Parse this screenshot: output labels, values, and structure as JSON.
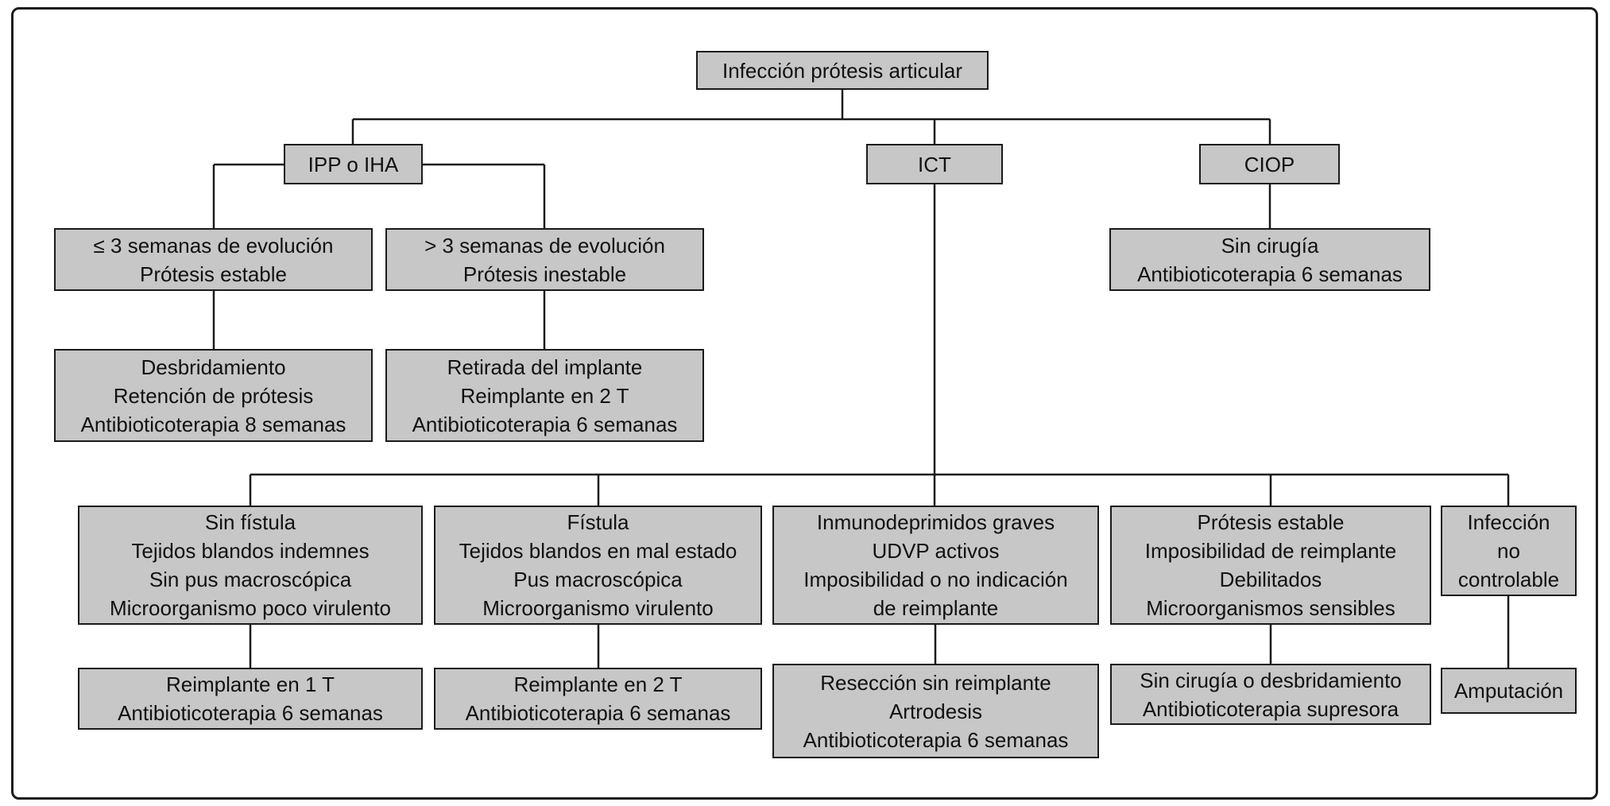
{
  "diagram": {
    "kind": "flowchart",
    "language": "es",
    "colors": {
      "node_fill": "#c7c7c7",
      "node_border": "#1a1a1a",
      "edge": "#1a1a1a",
      "background": "#ffffff"
    },
    "nodes": {
      "root": {
        "text": "Infección prótesis articular"
      },
      "ipp": {
        "text": "IPP o IHA"
      },
      "ict": {
        "text": "ICT"
      },
      "ciop": {
        "text": "CIOP"
      },
      "early": {
        "text": "≤ 3 semanas de evolución\nPrótesis estable"
      },
      "late": {
        "text": "> 3 semanas de evolución\nPrótesis inestable"
      },
      "ciop_tx": {
        "text": "Sin cirugía\nAntibioticoterapia 6 semanas"
      },
      "early_tx": {
        "text": "Desbridamiento\nRetención de prótesis\nAntibioticoterapia 8 semanas"
      },
      "late_tx": {
        "text": "Retirada del implante\nReimplante en 2 T\nAntibioticoterapia 6 semanas"
      },
      "no_fistula": {
        "text": "Sin fístula\nTejidos blandos indemnes\nSin pus macroscópica\nMicroorganismo poco virulento"
      },
      "fistula": {
        "text": "Fístula\nTejidos blandos en mal estado\nPus macroscópica\nMicroorganismo virulento"
      },
      "immuno": {
        "text": "Inmunodeprimidos graves\nUDVP activos\nImposibilidad o no indicación\nde reimplante"
      },
      "stable": {
        "text": "Prótesis estable\nImposibilidad de reimplante\nDebilitados\nMicroorganismos sensibles"
      },
      "uncontrolled": {
        "text": "Infección\nno\ncontrolable"
      },
      "no_fistula_tx": {
        "text": "Reimplante en 1 T\nAntibioticoterapia 6 semanas"
      },
      "fistula_tx": {
        "text": "Reimplante en 2 T\nAntibioticoterapia 6 semanas"
      },
      "immuno_tx": {
        "text": "Resección sin reimplante\nArtrodesis\nAntibioticoterapia 6 semanas"
      },
      "stable_tx": {
        "text": "Sin cirugía o desbridamiento\nAntibioticoterapia supresora"
      },
      "uncontrolled_tx": {
        "text": "Amputación"
      }
    },
    "edges": [
      "root->branch-line",
      "branch-line->ipp",
      "branch-line->ict",
      "branch-line->ciop",
      "ipp->early",
      "ipp->late",
      "ciop->ciop_tx",
      "early->early_tx",
      "late->late_tx",
      "ict->lower-branch-line",
      "lower-branch-line->no_fistula",
      "lower-branch-line->fistula",
      "lower-branch-line->immuno",
      "lower-branch-line->stable",
      "lower-branch-line->uncontrolled",
      "no_fistula->no_fistula_tx",
      "fistula->fistula_tx",
      "immuno->immuno_tx",
      "stable->stable_tx",
      "uncontrolled->uncontrolled_tx"
    ]
  }
}
